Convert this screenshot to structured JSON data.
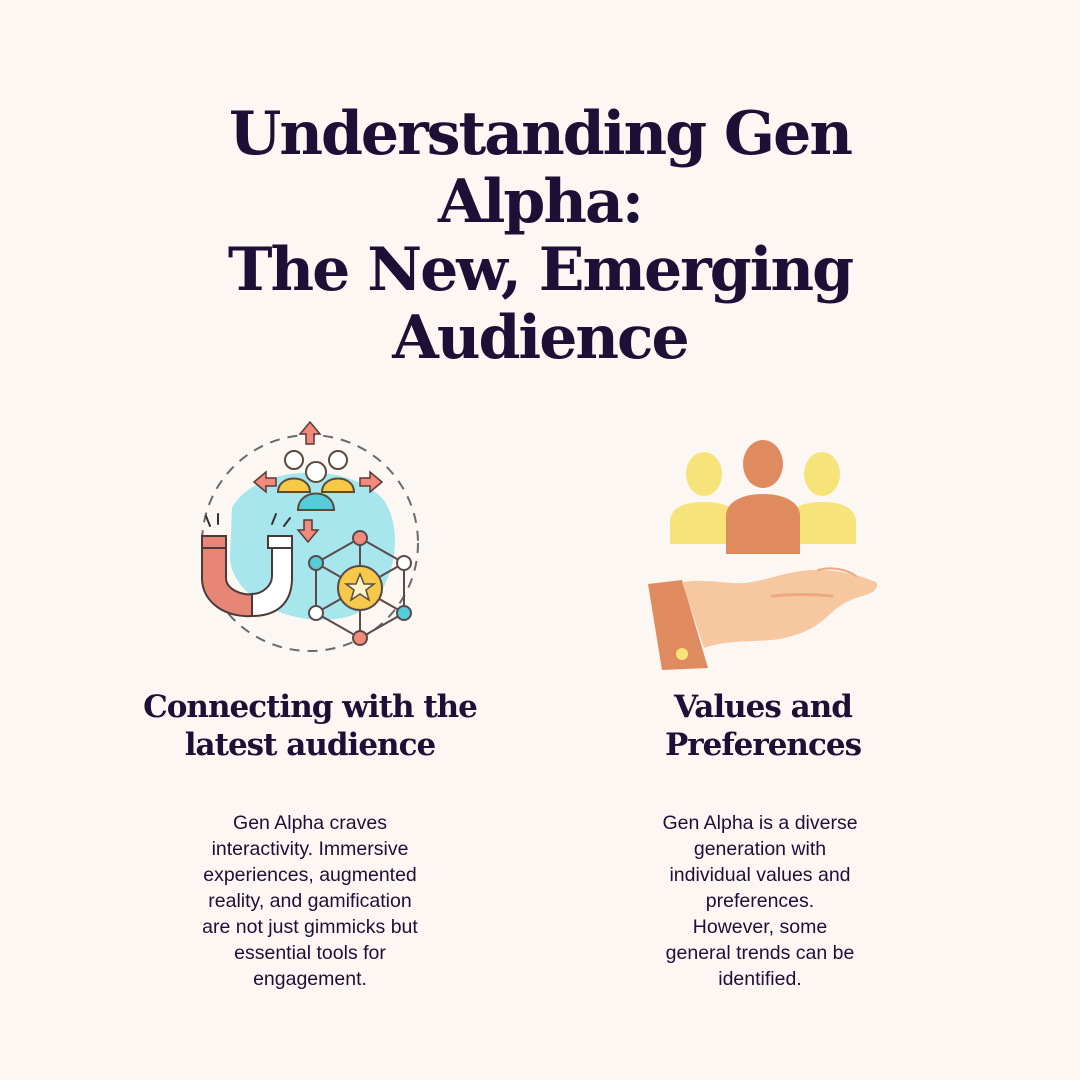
{
  "page": {
    "background_color": "#fcf7f2",
    "text_color": "#1c1036",
    "title_lines": [
      "Understanding Gen Alpha:",
      "The New, Emerging",
      "Audience"
    ]
  },
  "sections": [
    {
      "icon": "audience-magnet-network-icon",
      "heading_lines": [
        "Connecting with the",
        "latest audience"
      ],
      "body_lines": [
        "Gen Alpha craves",
        "interactivity. Immersive",
        "experiences, augmented",
        "reality, and gamification",
        "are not just gimmicks but",
        "essential tools for",
        "engagement."
      ]
    },
    {
      "icon": "people-in-hand-icon",
      "heading_lines": [
        "Values and",
        "Preferences"
      ],
      "body_lines": [
        "Gen Alpha is a diverse",
        "generation with",
        "individual values and",
        "preferences.",
        "However, some",
        "general trends can be",
        "identified."
      ]
    }
  ]
}
